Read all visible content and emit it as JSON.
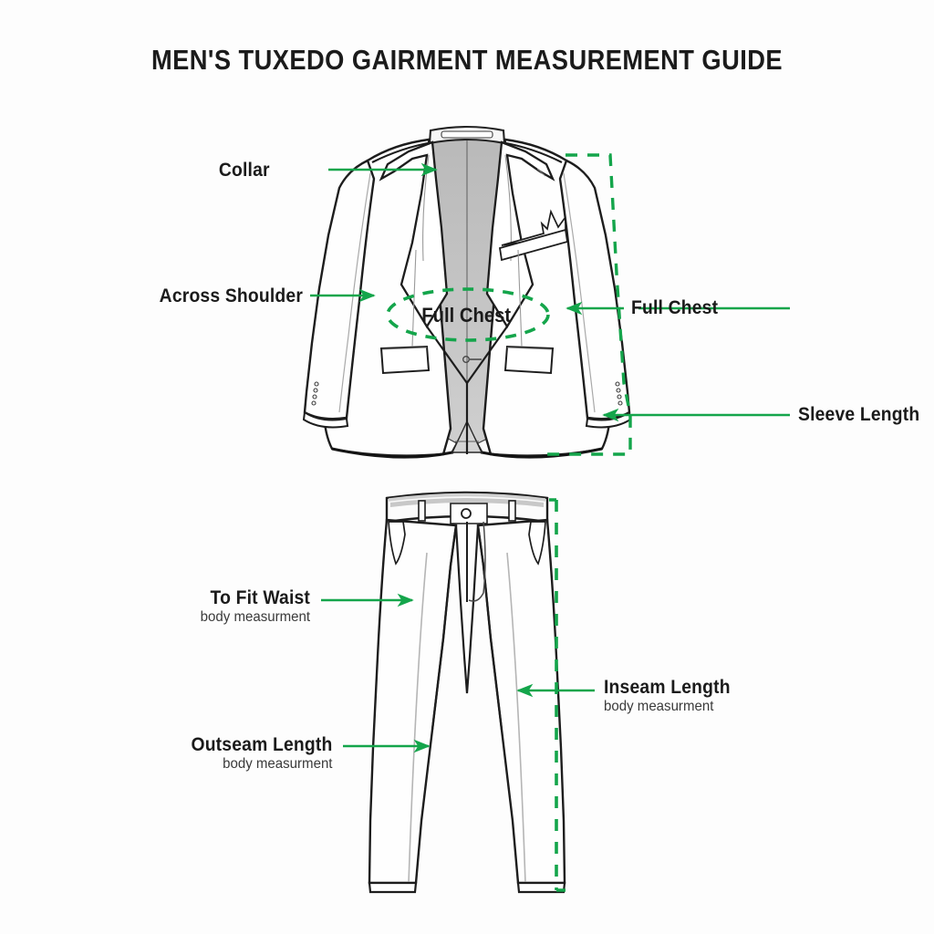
{
  "page": {
    "title": "MEN'S TUXEDO  GAIRMENT MEASUREMENT GUIDE",
    "background_color": "#fdfdfd",
    "accent_color": "#14a54b",
    "ink_color": "#1b1b1b"
  },
  "garments": [
    {
      "name": "tuxedo-jacket",
      "view": "front"
    },
    {
      "name": "tuxedo-trousers",
      "view": "front"
    }
  ],
  "jacket_callouts": {
    "collar": {
      "label": "Collar",
      "sub": "",
      "side": "left"
    },
    "across_shoulder": {
      "label": "Across Shoulder",
      "sub": "",
      "side": "left"
    },
    "full_chest_left": {
      "label": "Full Chest",
      "sub": "",
      "side": "center"
    },
    "full_chest_right": {
      "label": "Full Chest",
      "sub": "",
      "side": "right"
    },
    "sleeve_length": {
      "label": "Sleeve Length",
      "sub": "",
      "side": "right"
    }
  },
  "trouser_callouts": {
    "to_fit_waist": {
      "label": "To Fit Waist",
      "sub": "body measurment",
      "side": "left"
    },
    "inseam_length": {
      "label": "Inseam Length",
      "sub": "body measurment",
      "side": "right"
    },
    "outseam_length": {
      "label": "Outseam Length",
      "sub": "body measurment",
      "side": "left"
    }
  },
  "icons": {
    "arrow_right": "arrow-right-icon",
    "arrow_left": "arrow-left-icon",
    "dashed_guide": "dashed-guide-icon",
    "dashed_ellipse": "dashed-ellipse-icon"
  }
}
